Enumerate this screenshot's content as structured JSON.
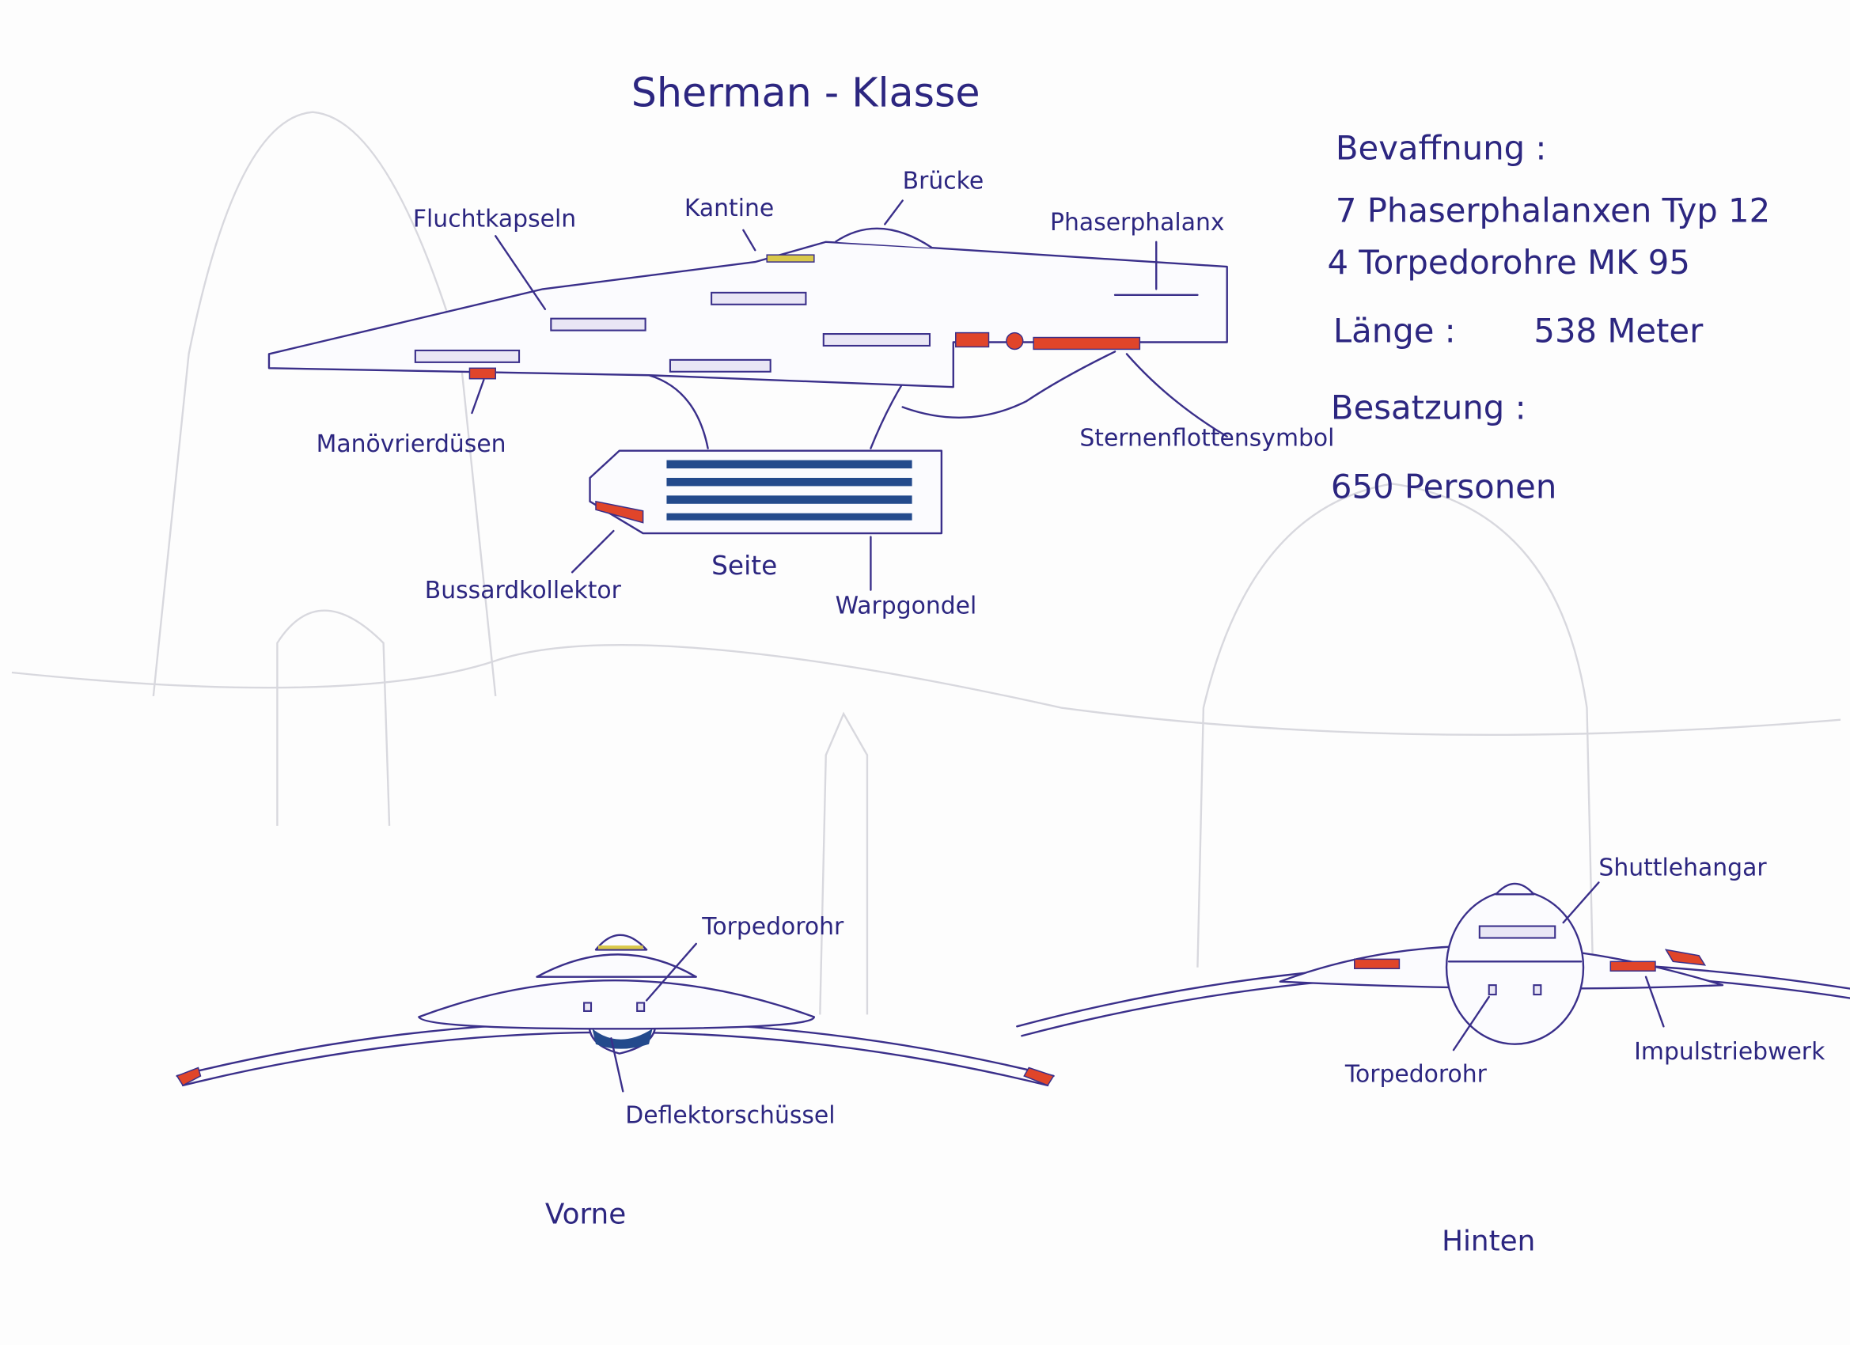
{
  "title": "Sherman - Klasse",
  "specs": {
    "armament_heading": "Bevaffnung :",
    "armament_1": "7 Phaserphalanxen Typ 12",
    "armament_2": "4 Torpedorohre MK 95",
    "length_label": "Länge :",
    "length_value": "538 Meter",
    "crew_heading": "Besatzung :",
    "crew_value": "650 Personen"
  },
  "side_view": {
    "caption": "Seite",
    "labels": {
      "escape_pods": "Fluchtkapseln",
      "canteen": "Kantine",
      "bridge": "Brücke",
      "phaser": "Phaserphalanx",
      "thrusters": "Manövrierdüsen",
      "starfleet_symbol": "Sternenflottensymbol",
      "bussard": "Bussardkollektor",
      "warp_nacelle": "Warpgondel"
    }
  },
  "front_view": {
    "caption": "Vorne",
    "labels": {
      "torpedo": "Torpedorohr",
      "deflector": "Deflektorschüssel"
    }
  },
  "rear_view": {
    "caption": "Hinten",
    "labels": {
      "shuttlebay": "Shuttlehangar",
      "torpedo": "Torpedorohr",
      "impulse": "Impulstriebwerk"
    }
  },
  "colors": {
    "ink": "#3a2f8a",
    "red": "#e0452a",
    "blue": "#234a8c",
    "yellow": "#d9c84a"
  }
}
